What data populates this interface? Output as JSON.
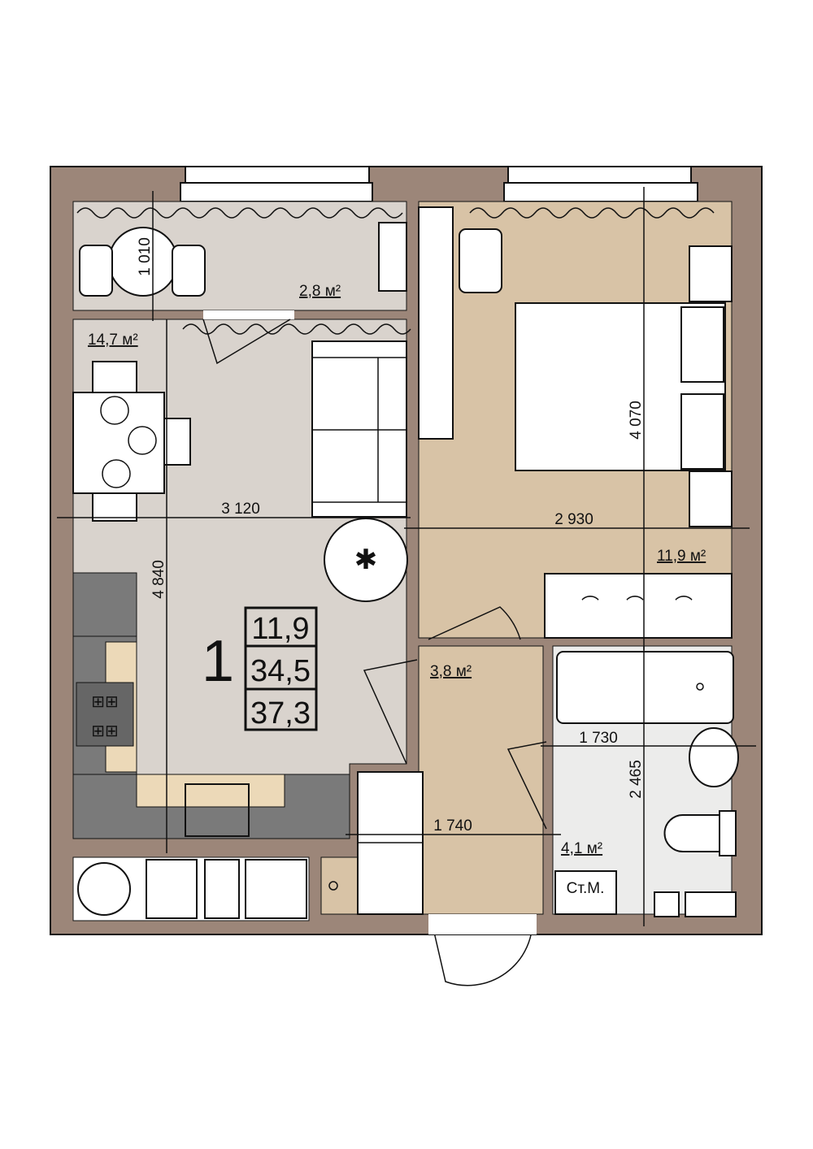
{
  "plan": {
    "rooms_count": "1",
    "summary": {
      "living_area": "11,9",
      "total_area": "34,5",
      "total_with_loggia": "37,3"
    },
    "rooms": [
      {
        "name": "loggia",
        "area": "2,8 м²"
      },
      {
        "name": "kitchen-living",
        "area": "14,7 м²"
      },
      {
        "name": "bedroom",
        "area": "11,9 м²"
      },
      {
        "name": "hallway",
        "area": "3,8 м²"
      },
      {
        "name": "bathroom",
        "area": "4,1 м²"
      }
    ],
    "dimensions": {
      "loggia_depth": "1 010",
      "living_width": "3 120",
      "living_length": "4 840",
      "bedroom_width": "2 930",
      "bedroom_length": "4 070",
      "bath_width": "1 730",
      "bath_length": "2 465",
      "hall_width": "1 740"
    },
    "washing_machine_label": "Ст.М."
  },
  "colors": {
    "wall": "#9c8679",
    "floor_living": "#d9d3cd",
    "floor_wood": "#d8c3a6",
    "floor_bath": "#ececeb",
    "kitchen_dark": "#7a7a7a",
    "kitchen_wood": "#ecd9b8"
  }
}
